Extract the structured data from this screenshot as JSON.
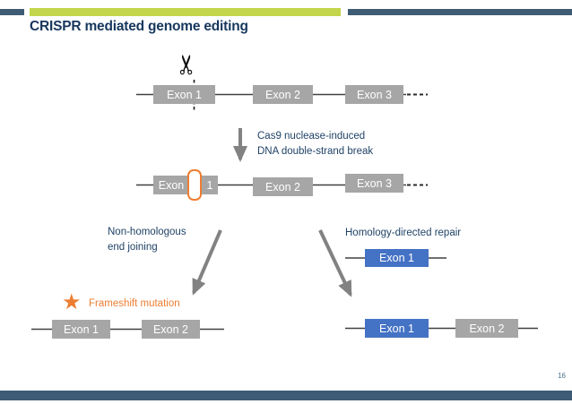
{
  "slide": {
    "title": "CRISPR mediated genome editing",
    "page_number": "16"
  },
  "colors": {
    "bar_dark": "#3e5c74",
    "bar_green": "#c3d54a",
    "title_text": "#17375d",
    "body_text": "#1f4266",
    "exon_gray": "#a6a6a6",
    "exon_blue": "#4472c4",
    "accent_orange": "#ed7d31",
    "arrow_gray": "#828282",
    "line_dark": "#404040"
  },
  "icons": {
    "scissors": "✂",
    "star": "★"
  },
  "diagram": {
    "row_original": {
      "exon1": "Exon 1",
      "exon2": "Exon 2",
      "exon3": "Exon 3"
    },
    "cut_label": {
      "line1": "Cas9 nuclease-induced",
      "line2": "DNA double-strand break"
    },
    "row_cut": {
      "exon1_left": "Exon",
      "exon1_right": "1",
      "exon2": "Exon 2",
      "exon3": "Exon 3"
    },
    "branch_left": {
      "label_line1": "Non-homologous",
      "label_line2": "end joining",
      "result_note": "Frameshift mutation",
      "exon1": "Exon 1",
      "exon2": "Exon 2"
    },
    "branch_right": {
      "label": "Homology-directed repair",
      "template_exon": "Exon 1",
      "exon1": "Exon 1",
      "exon2": "Exon 2"
    }
  }
}
